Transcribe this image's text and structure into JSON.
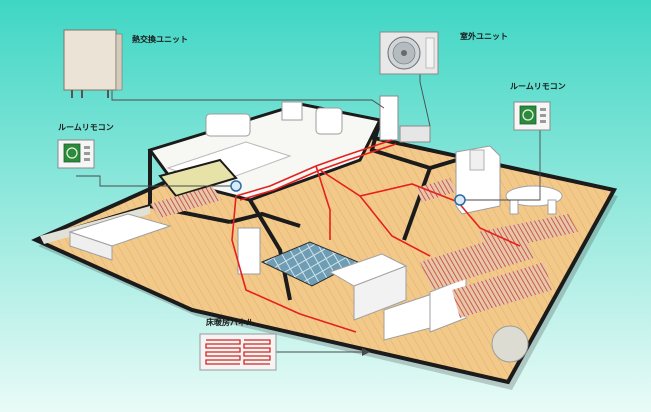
{
  "labels": {
    "heat_exchanger": "熱交換ユニット",
    "outdoor_unit": "室外ユニット",
    "remote_right": "ルームリモコン",
    "remote_left": "ルームリモコン",
    "panel": "床暖房パネル"
  },
  "colors": {
    "background_top": "#3fd6c4",
    "background_bottom": "#e9fbf7",
    "floor": "#f3c98a",
    "floor_line": "#d8a360",
    "wall": "#1b1b1b",
    "pipe": "#e5201e",
    "connector": "#4a4a4a",
    "tile": "#6f9db3",
    "remote_screen": "#2c8a3c"
  },
  "icons": [
    "heat-exchanger-unit-icon",
    "outdoor-unit-icon",
    "room-remote-icon",
    "floor-heating-panel-icon"
  ]
}
